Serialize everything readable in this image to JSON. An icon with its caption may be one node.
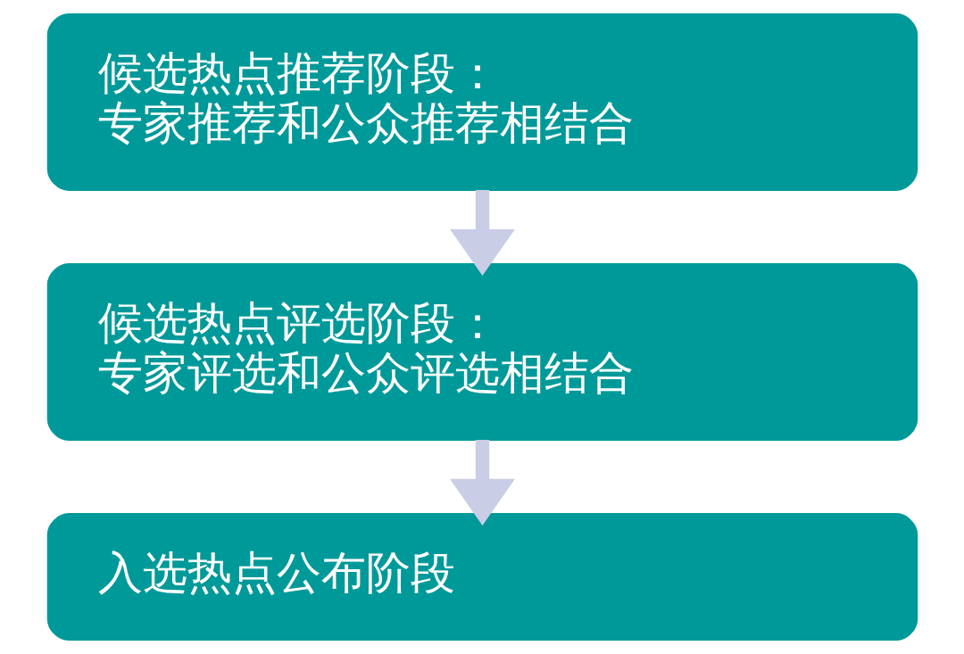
{
  "diagram": {
    "nodes": [
      {
        "text": [
          "候选热点推荐阶段：",
          "专家推荐和公众推荐相结合"
        ]
      },
      {
        "text": [
          "候选热点评选阶段：",
          "专家评选和公众评选相结合"
        ]
      },
      {
        "text": [
          "入选热点公布阶段"
        ]
      }
    ],
    "edges": [
      {
        "from": 0,
        "to": 1,
        "arrow": "to"
      },
      {
        "from": 1,
        "to": 2,
        "arrow": "to"
      }
    ]
  }
}
